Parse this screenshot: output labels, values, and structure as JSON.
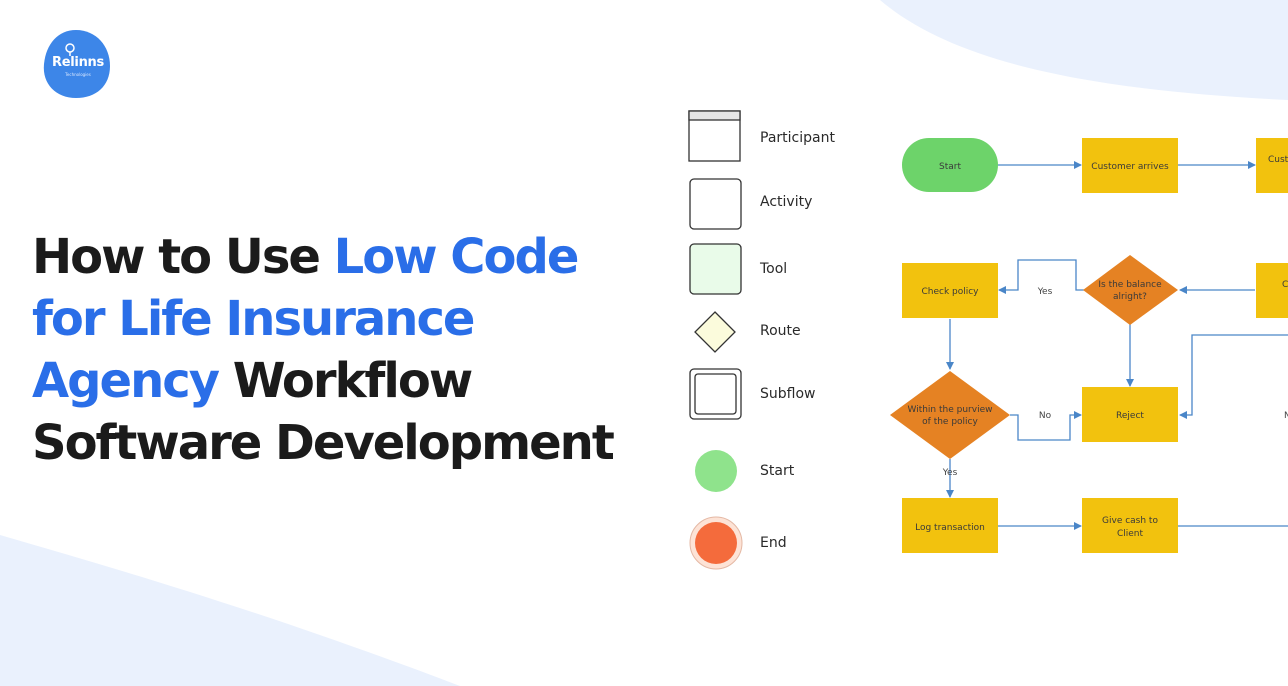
{
  "logo": {
    "name": "Relinns",
    "tagline": "Technologies"
  },
  "headline": {
    "part1": "How to Use ",
    "highlight1": "Low Code for Life Insurance Agency",
    "part2": " Workflow Software Development"
  },
  "legend": [
    {
      "label": "Participant"
    },
    {
      "label": "Activity"
    },
    {
      "label": "Tool"
    },
    {
      "label": "Route"
    },
    {
      "label": "Subflow"
    },
    {
      "label": "Start"
    },
    {
      "label": "End"
    }
  ],
  "flowchart": {
    "nodes": {
      "start": "Start",
      "customer_arrives": "Customer arrives",
      "partial_right_top": "Custo",
      "check_policy": "Check policy",
      "balance_l1": "Is the balance",
      "balance_l2": "alright?",
      "partial_right_mid": "C",
      "purview_l1": "Within the purview",
      "purview_l2": "of the policy",
      "reject": "Reject",
      "log_transaction": "Log transaction",
      "give_cash_l1": "Give cash to",
      "give_cash_l2": "Client"
    },
    "edges": {
      "yes_balance": "Yes",
      "no_purview": "No",
      "yes_purview": "Yes",
      "partial_right": "N"
    }
  },
  "colors": {
    "accent_blue": "#2a6ee8",
    "start_green": "#6dd36a",
    "activity_yellow": "#f2c20e",
    "decision_orange": "#e58223",
    "end_orange": "#f46b3c",
    "edge_blue": "#4a86c8"
  }
}
